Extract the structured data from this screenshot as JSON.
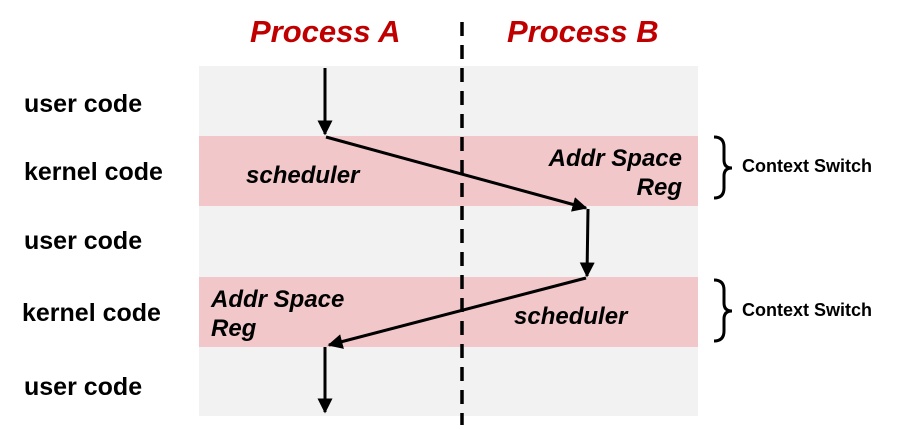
{
  "processes": {
    "a_title": "Process A",
    "b_title": "Process B"
  },
  "rows": [
    {
      "label": "user code"
    },
    {
      "label": "kernel code"
    },
    {
      "label": "user code"
    },
    {
      "label": "kernel code"
    },
    {
      "label": "user code"
    }
  ],
  "kernel_1": {
    "left_text": "scheduler",
    "right_line1": "Addr Space",
    "right_line2": "Reg"
  },
  "kernel_2": {
    "left_line1": "Addr Space",
    "left_line2": "Reg",
    "right_text": "scheduler"
  },
  "context_switch": {
    "first_label": "Context Switch",
    "second_label": "Context Switch"
  },
  "colors": {
    "title": "#c00000",
    "user_band": "#f2f2f2",
    "kernel_band": "#f2c7c9",
    "arrow": "#000000"
  }
}
